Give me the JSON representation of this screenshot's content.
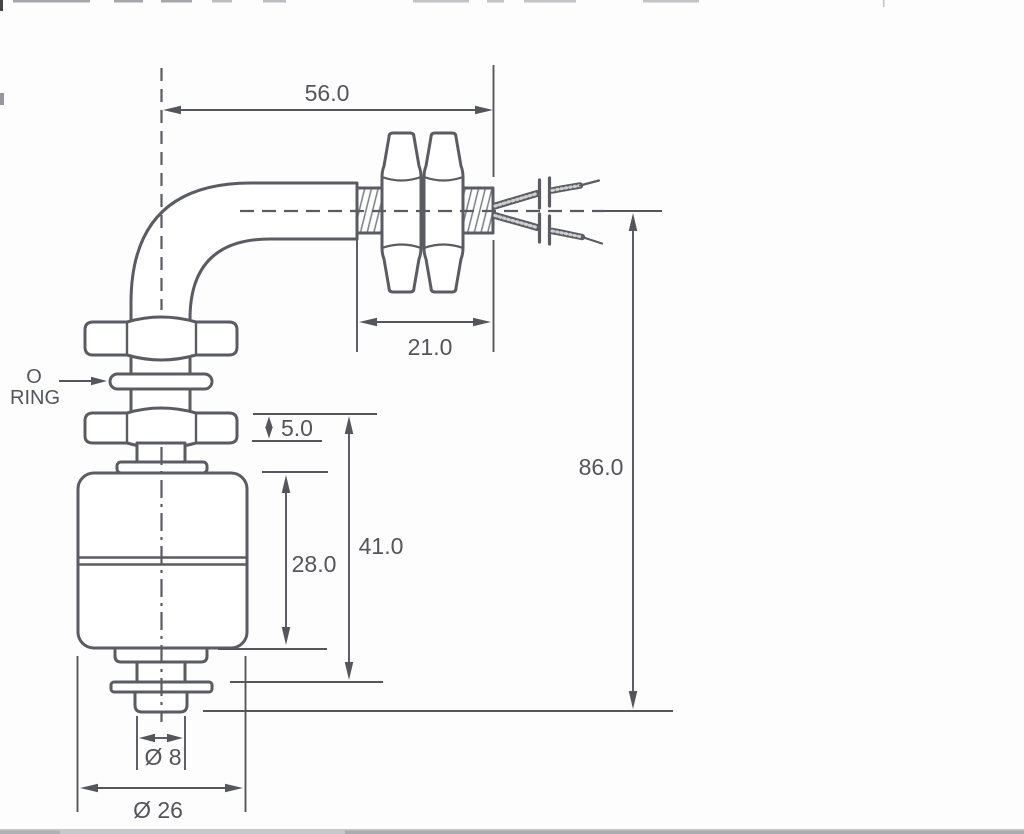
{
  "diagram": {
    "type": "technical-dimension-drawing",
    "subject": "right-angle float level switch, side view",
    "dimensions": {
      "horizontal_reach": "56.0",
      "thread_length": "21.0",
      "overall_height": "86.0",
      "lock_nut_height": "5.0",
      "float_section_height": "41.0",
      "float_height": "28.0",
      "stem_diameter": "Ø 8",
      "float_diameter": "Ø 26"
    },
    "labels": {
      "o_ring_line1": "O",
      "o_ring_line2": "RING"
    },
    "colors": {
      "outline": "#5b5c63",
      "dimension": "#55565c",
      "text": "#54555b",
      "hatch": "#7b7c84",
      "background": "#fdfdfd"
    }
  }
}
